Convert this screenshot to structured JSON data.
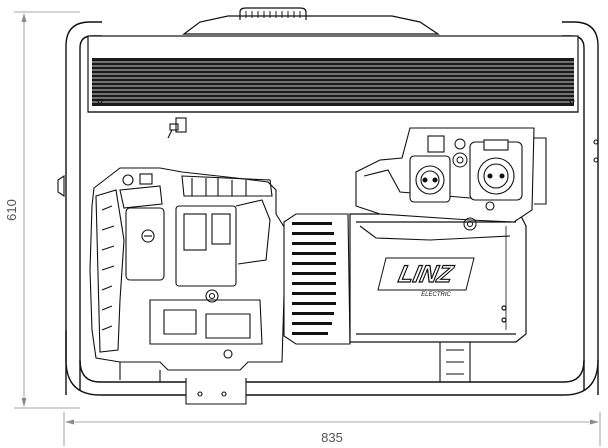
{
  "dimensions": {
    "height_label": "610",
    "width_label": "835"
  },
  "brand": {
    "logo_text": "LINZ",
    "logo_subtext": "ELECTRIC"
  },
  "colors": {
    "line": "#111111",
    "dimension": "#888888"
  }
}
